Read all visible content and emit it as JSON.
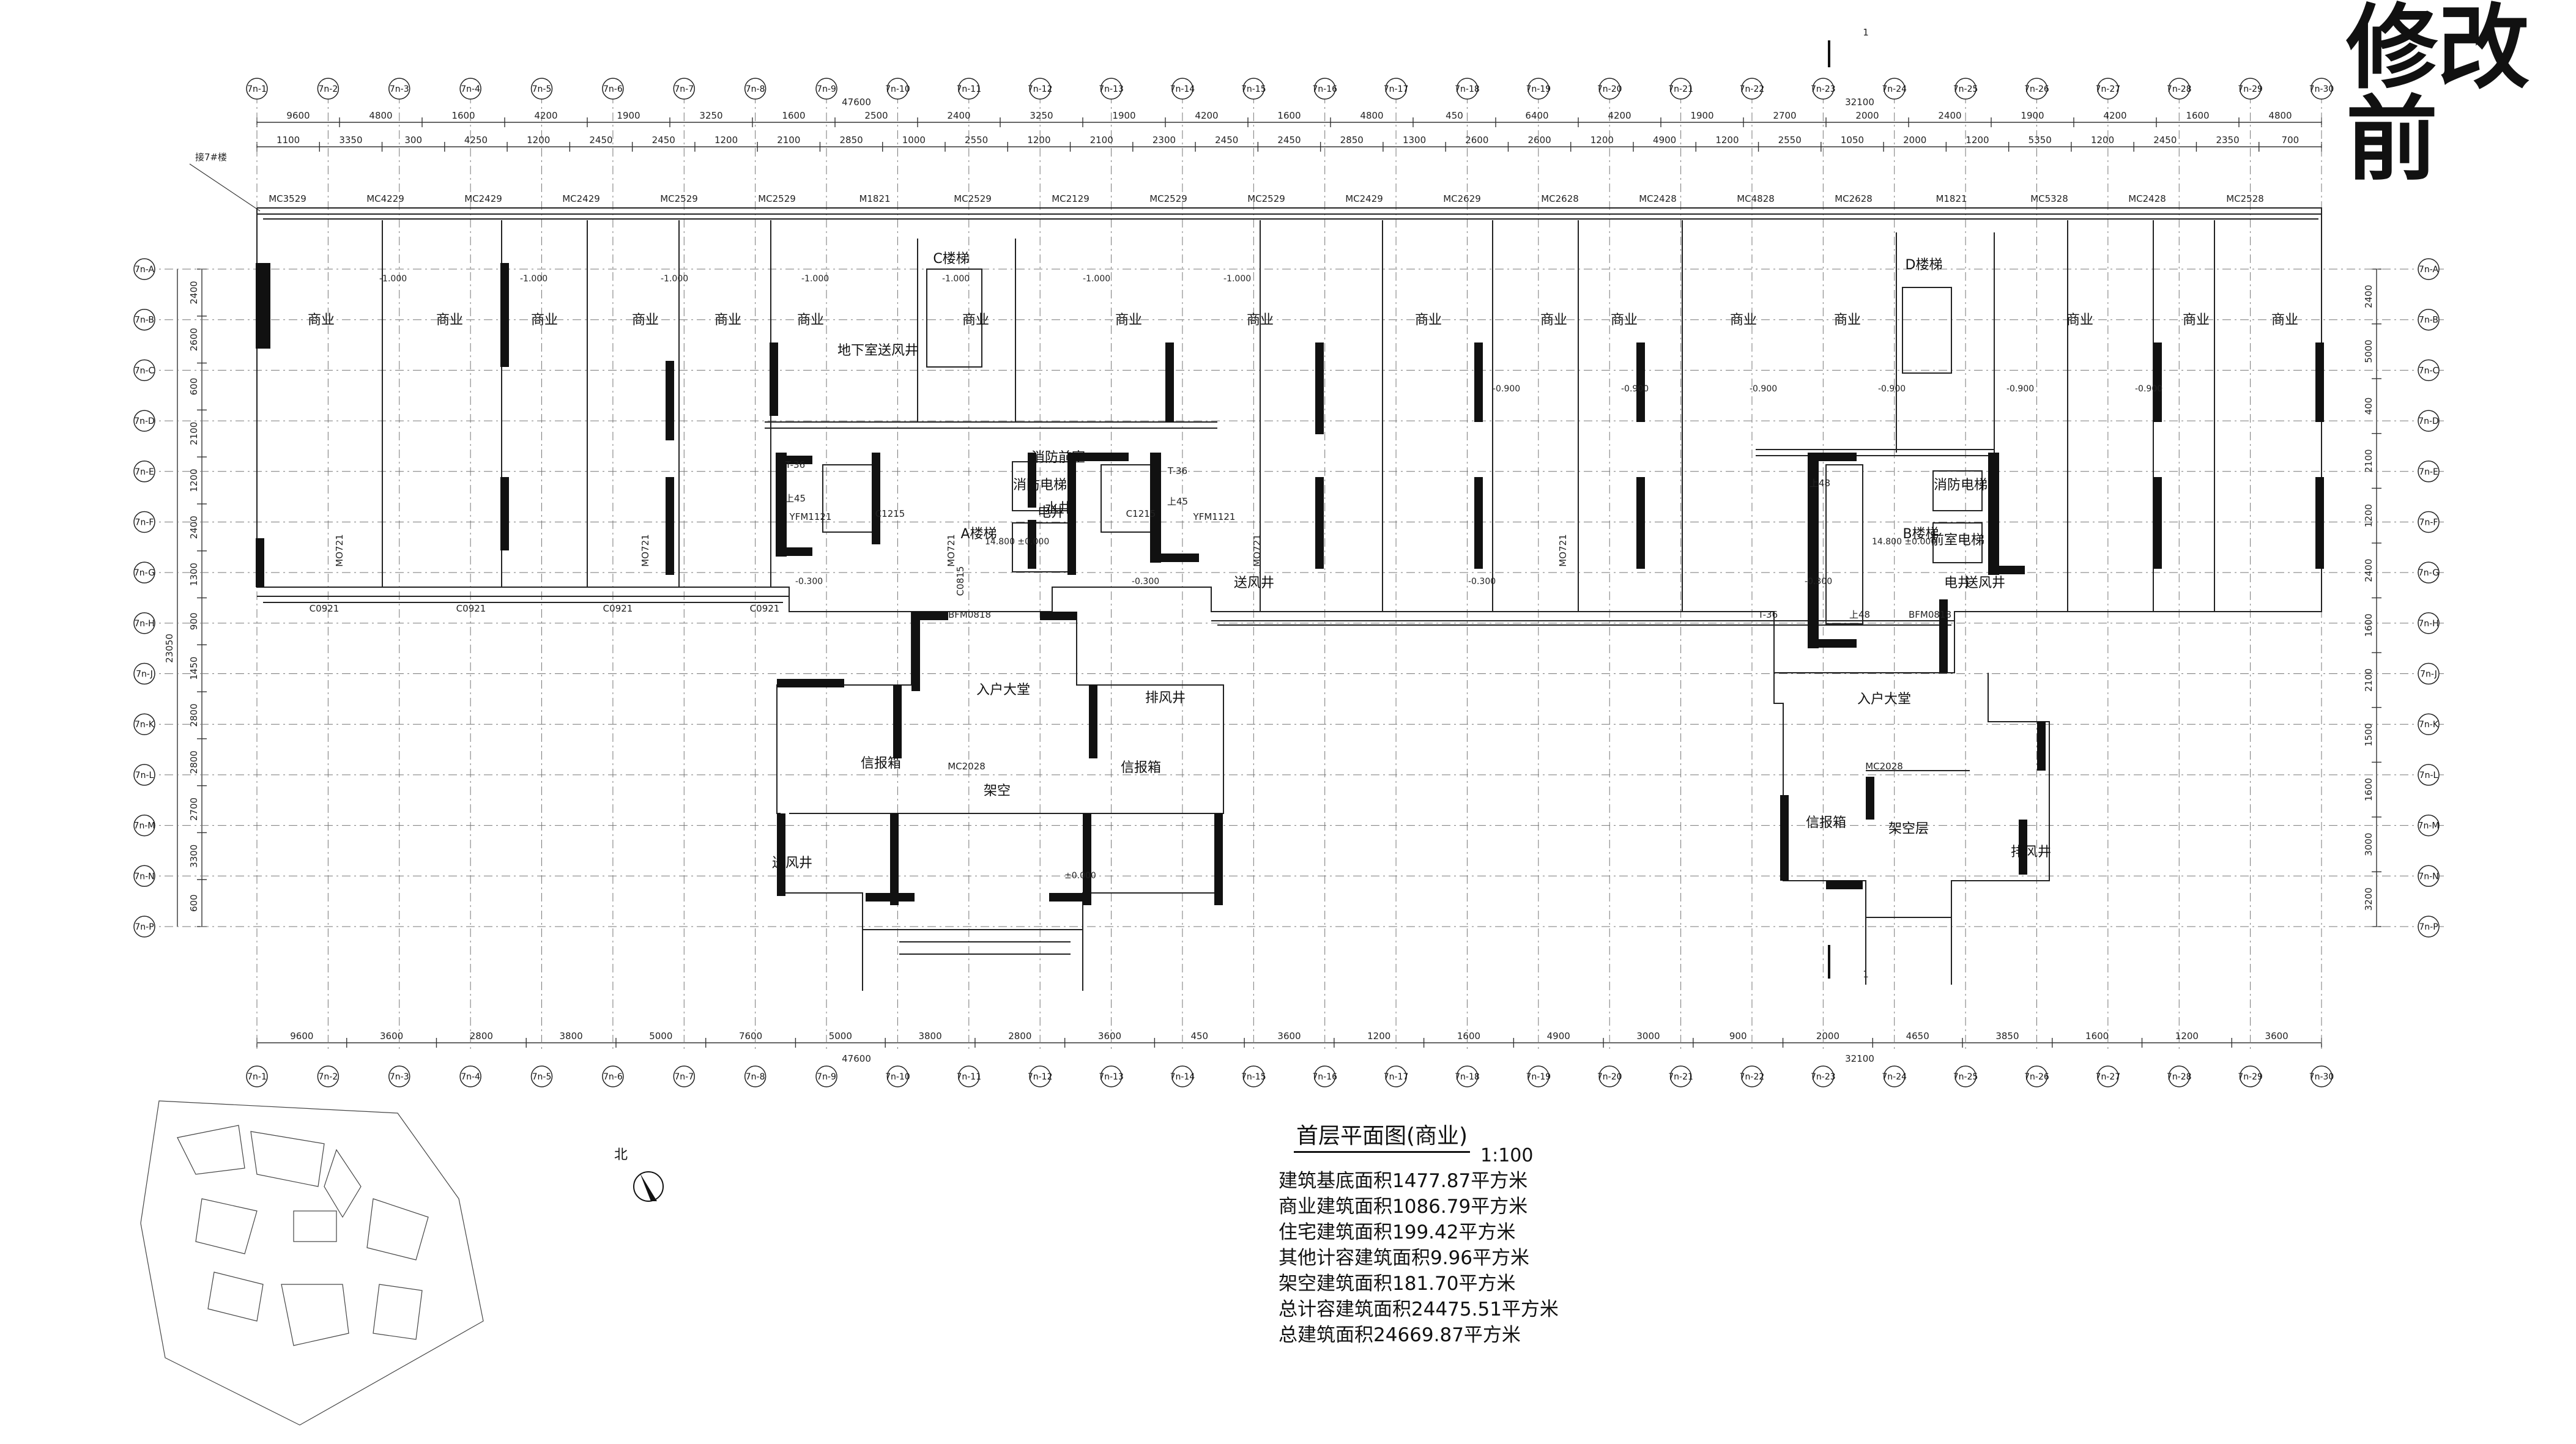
{
  "header": {
    "title": "修改前"
  },
  "caption": {
    "title": "首层平面图(商业)",
    "scale": "1:100"
  },
  "stats": [
    {
      "label": "建筑基底面积",
      "value": "1477.87",
      "unit": "平方米"
    },
    {
      "label": "商业建筑面积",
      "value": "1086.79",
      "unit": "平方米"
    },
    {
      "label": "住宅建筑面积",
      "value": "199.42",
      "unit": "平方米"
    },
    {
      "label": "其他计容建筑面积",
      "value": "9.96",
      "unit": "平方米"
    },
    {
      "label": "架空建筑面积",
      "value": "181.70",
      "unit": "平方米"
    },
    {
      "label": "总计容建筑面积",
      "value": "24475.51",
      "unit": "平方米"
    },
    {
      "label": "总建筑面积",
      "value": "24669.87",
      "unit": "平方米"
    }
  ],
  "north": {
    "label": "北"
  },
  "plan": {
    "building_label": "接7#楼",
    "section_marks": [
      "1",
      "1"
    ],
    "overall_dims": {
      "top_left": "47600",
      "top_right": "32100",
      "bottom_left": "47600",
      "bottom_right": "32100",
      "left_total": "23050"
    },
    "top_axes": [
      "7n-1",
      "7n-2",
      "7n-3",
      "7n-4",
      "7n-5",
      "7n-6",
      "7n-7",
      "7n-8",
      "7n-9",
      "7n-10",
      "7n-11",
      "7n-12",
      "7n-13",
      "7n-14",
      "7n-15",
      "7n-16",
      "7n-17",
      "7n-18",
      "7n-19",
      "7n-20",
      "7n-21",
      "7n-22",
      "7n-23",
      "7n-24",
      "7n-25",
      "7n-26",
      "7n-27",
      "7n-28",
      "7n-29",
      "7n-30"
    ],
    "side_axes": [
      "7n-A",
      "7n-B",
      "7n-C",
      "7n-D",
      "7n-E",
      "7n-F",
      "7n-G",
      "7n-H",
      "7n-J",
      "7n-K",
      "7n-L",
      "7n-M",
      "7n-N",
      "7n-P"
    ],
    "top_dims_row1": [
      "9600",
      "4800",
      "1600",
      "4200",
      "1900",
      "3250",
      "1600",
      "2500",
      "2400",
      "3250",
      "1900",
      "4200",
      "1600",
      "4800",
      "450",
      "6400",
      "4200",
      "1900",
      "2700",
      "2000",
      "2400",
      "1900",
      "4200",
      "1600",
      "4800"
    ],
    "top_dims_row2": [
      "1100",
      "3350",
      "300",
      "4250",
      "1200",
      "2450",
      "2450",
      "1200",
      "2100",
      "2850",
      "1000",
      "2550",
      "1200",
      "2100",
      "2300",
      "2450",
      "2450",
      "2850",
      "1300",
      "2600",
      "2600",
      "1200",
      "4900",
      "1200",
      "2550",
      "1050",
      "2000",
      "1200",
      "5350",
      "1200",
      "2450",
      "2350",
      "700"
    ],
    "bottom_dims_row1": [
      "9600",
      "3600",
      "2800",
      "3800",
      "5000",
      "7600",
      "5000",
      "3800",
      "2800",
      "3600",
      "450",
      "3600",
      "1200",
      "1600",
      "4900",
      "3000",
      "900",
      "2000",
      "4650",
      "3850",
      "1600",
      "1200",
      "3600"
    ],
    "left_dims": [
      "2400",
      "2600",
      "600",
      "2100",
      "1200",
      "2400",
      "1300",
      "900",
      "1450",
      "2800",
      "2800",
      "2700",
      "3300",
      "600"
    ],
    "right_dims": [
      "2400",
      "5000",
      "400",
      "2100",
      "1200",
      "2400",
      "1600",
      "2100",
      "1500",
      "1600",
      "3000",
      "3200"
    ],
    "rooms": [
      "商业",
      "商业",
      "商业",
      "商业",
      "商业",
      "商业",
      "商业",
      "商业",
      "商业",
      "商业",
      "商业",
      "商业",
      "商业",
      "商业",
      "商业",
      "商业",
      "商业",
      "入户大堂",
      "入户大堂",
      "架空",
      "架空层",
      "信报箱",
      "信报箱",
      "信报箱",
      "排风井",
      "排风井",
      "送风井",
      "送风井",
      "送风井",
      "地下室送风井",
      "消防电梯",
      "消防电梯",
      "电井",
      "水井",
      "电井",
      "A楼梯",
      "B楼梯",
      "C楼梯",
      "D楼梯",
      "消防前室",
      "前室电梯"
    ],
    "door_tags": [
      "MC3529",
      "MC4229",
      "MC2429",
      "MC2429",
      "MC2529",
      "MC2529",
      "M1821",
      "MC2529",
      "MC2129",
      "MC2529",
      "MC2529",
      "MC2429",
      "MC2629",
      "MC2628",
      "MC2428",
      "MC4828",
      "MC2628",
      "M1821",
      "MC5328",
      "MC2428",
      "MC2528",
      "MO721",
      "MO721",
      "MO721",
      "MO721",
      "MO721",
      "C0921",
      "C0921",
      "C0921",
      "C0921",
      "C1215",
      "C1215",
      "YFM1121",
      "YFM1121",
      "BFM0818",
      "BFM0818",
      "C0815",
      "MC2028",
      "MC2028"
    ],
    "levels": [
      "-1.000",
      "-1.000",
      "-1.000",
      "-1.000",
      "-1.000",
      "-1.000",
      "-1.000",
      "-0.900",
      "-0.900",
      "-0.900",
      "-0.900",
      "-0.900",
      "-0.900",
      "-0.300",
      "-0.300",
      "-0.300",
      "-0.300",
      "±0.000",
      "14.800 ±0.000",
      "14.800 ±0.000"
    ],
    "stair_marks": [
      "T-36",
      "上45",
      "T-36",
      "上45",
      "上48",
      "T-36",
      "上48"
    ]
  }
}
